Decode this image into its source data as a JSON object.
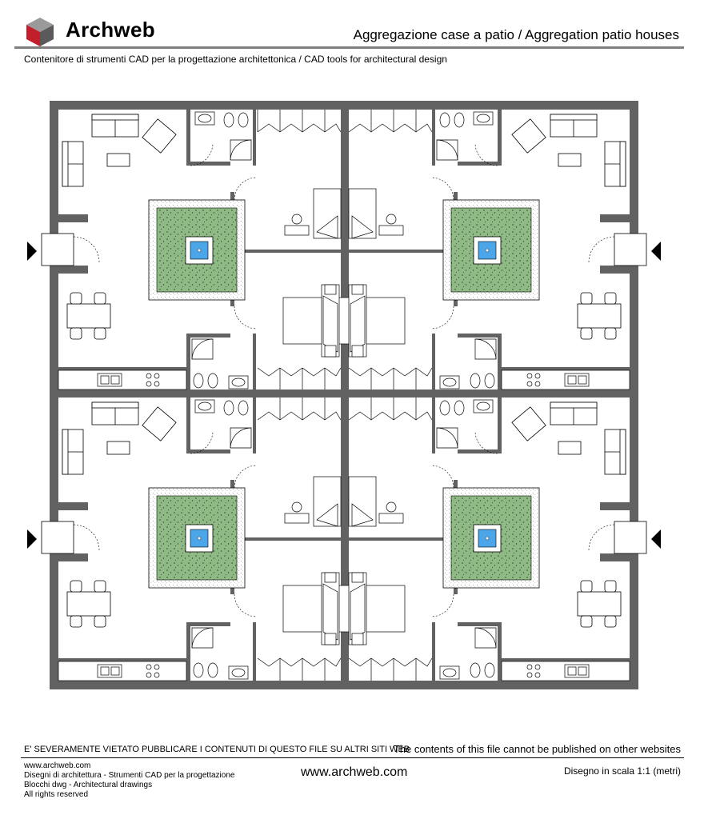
{
  "header": {
    "brand": "Archweb",
    "title": "Aggregazione case a patio  /  Aggregation patio houses",
    "subtitle": "Contenitore di strumenti CAD per la progettazione architettonica  /  CAD tools for architectural design"
  },
  "footer": {
    "warning_it": "E' SEVERAMENTE VIETATO PUBBLICARE I CONTENUTI DI QUESTO FILE SU ALTRI SITI WEB",
    "warning_en": "The contents of this file cannot be published on other websites",
    "lines": [
      "www.archweb.com",
      "Disegni di architettura - Strumenti CAD  per la progettazione",
      "Blocchi dwg - Architectural drawings",
      "All rights reserved"
    ],
    "website": "www.archweb.com",
    "scale": "Disegno in scala 1:1 (metri)"
  },
  "colors": {
    "wall": "#626262",
    "garden": "#8fba86",
    "fountain": "#4aa6e8",
    "rule": "#7f7f7f"
  },
  "icons": {
    "logo": "cube-logo-icon",
    "entrance": "entrance-arrow-icon"
  }
}
